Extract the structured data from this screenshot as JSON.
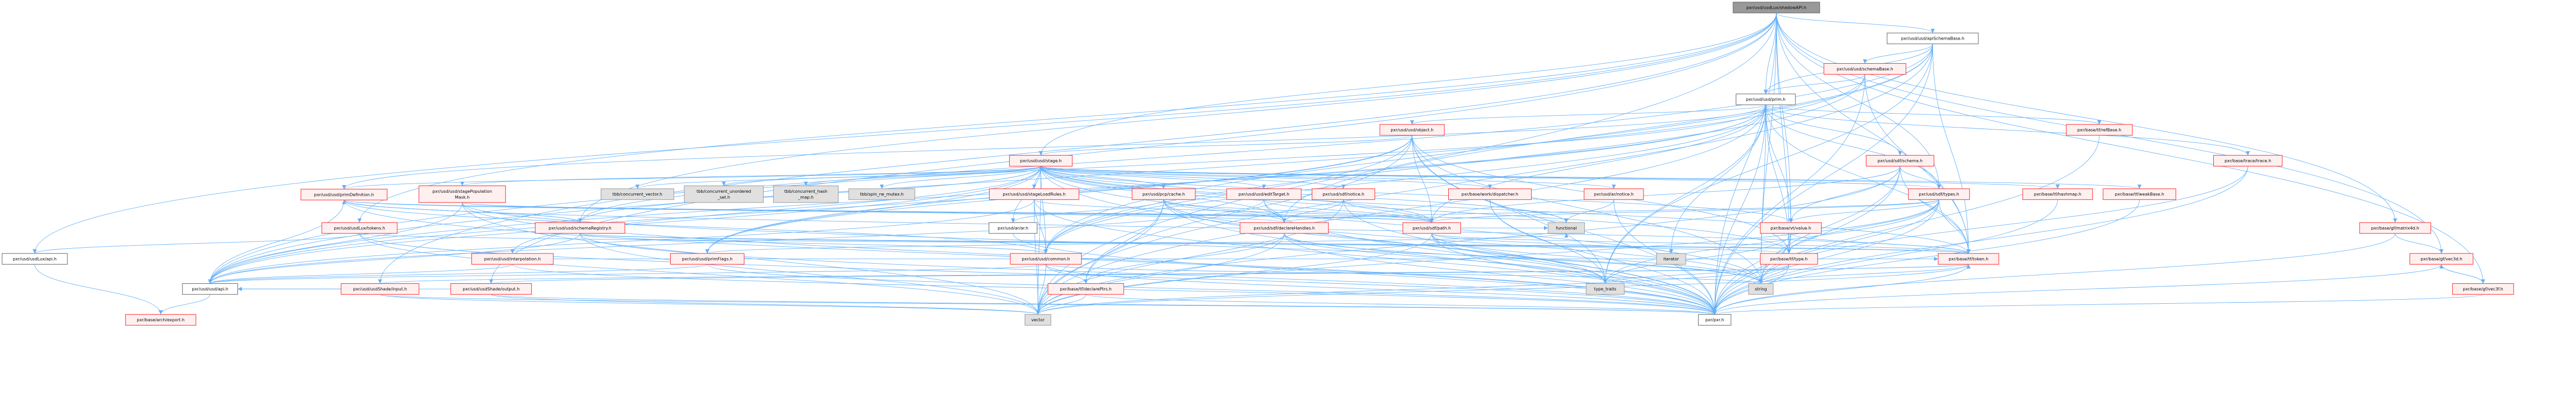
{
  "title": "pxr/usd/usdLux/shadowAPI.h",
  "colors": {
    "edge": "#63b0f8",
    "red_fill": "#fff0f0",
    "red_border": "#ff2a2a",
    "grey_fill": "#e0e0e0",
    "root_fill": "#999999"
  },
  "nodes": [
    {
      "id": "shadow",
      "label": [
        "pxr/usd/usdLux/shadowAPI.h"
      ],
      "style": "root"
    },
    {
      "id": "apisb",
      "label": [
        "pxr/usd/usd/apiSchemaBase.h"
      ],
      "style": "white"
    },
    {
      "id": "schemabase",
      "label": [
        "pxr/usd/usd/schemaBase.h"
      ],
      "style": "red"
    },
    {
      "id": "prim",
      "label": [
        "pxr/usd/usd/prim.h"
      ],
      "style": "white"
    },
    {
      "id": "object",
      "label": [
        "pxr/usd/usd/object.h"
      ],
      "style": "red"
    },
    {
      "id": "refbase",
      "label": [
        "pxr/base/tf/refBase.h"
      ],
      "style": "red"
    },
    {
      "id": "stage",
      "label": [
        "pxr/usd/usd/stage.h"
      ],
      "style": "red"
    },
    {
      "id": "sdfschema",
      "label": [
        "pxr/usd/sdf/schema.h"
      ],
      "style": "red"
    },
    {
      "id": "trace",
      "label": [
        "pxr/base/trace/trace.h"
      ],
      "style": "red"
    },
    {
      "id": "primdef",
      "label": [
        "pxr/usd/usd/primDefinition.h"
      ],
      "style": "red"
    },
    {
      "id": "popmask",
      "label": [
        "pxr/usd/usd/stagePopulation",
        "Mask.h"
      ],
      "style": "red"
    },
    {
      "id": "cvec",
      "label": [
        "tbb/concurrent_vector.h"
      ],
      "style": "grey"
    },
    {
      "id": "cuset",
      "label": [
        "tbb/concurrent_unordered",
        "_set.h"
      ],
      "style": "grey"
    },
    {
      "id": "chash",
      "label": [
        "tbb/concurrent_hash",
        "_map.h"
      ],
      "style": "grey"
    },
    {
      "id": "spin",
      "label": [
        "tbb/spin_rw_mutex.h"
      ],
      "style": "grey"
    },
    {
      "id": "loadrules",
      "label": [
        "pxr/usd/usd/stageLoadRules.h"
      ],
      "style": "red"
    },
    {
      "id": "pcpcache",
      "label": [
        "pxr/usd/pcp/cache.h"
      ],
      "style": "red"
    },
    {
      "id": "edittarget",
      "label": [
        "pxr/usd/usd/editTarget.h"
      ],
      "style": "red"
    },
    {
      "id": "sdfnotice",
      "label": [
        "pxr/usd/sdf/notice.h"
      ],
      "style": "red"
    },
    {
      "id": "dispatcher",
      "label": [
        "pxr/base/work/dispatcher.h"
      ],
      "style": "red"
    },
    {
      "id": "arnotice",
      "label": [
        "pxr/usd/ar/notice.h"
      ],
      "style": "red"
    },
    {
      "id": "sdftypes",
      "label": [
        "pxr/usd/sdf/types.h"
      ],
      "style": "red"
    },
    {
      "id": "hashmap",
      "label": [
        "pxr/base/tf/hashmap.h"
      ],
      "style": "red"
    },
    {
      "id": "weakbase",
      "label": [
        "pxr/base/tf/weakBase.h"
      ],
      "style": "red"
    },
    {
      "id": "luxtokens",
      "label": [
        "pxr/usd/usdLux/tokens.h"
      ],
      "style": "red"
    },
    {
      "id": "schemareg",
      "label": [
        "pxr/usd/usd/schemaRegistry.h"
      ],
      "style": "red"
    },
    {
      "id": "arar",
      "label": [
        "pxr/usd/ar/ar.h"
      ],
      "style": "white"
    },
    {
      "id": "declhandles",
      "label": [
        "pxr/usd/sdf/declareHandles.h"
      ],
      "style": "red"
    },
    {
      "id": "sdfpath",
      "label": [
        "pxr/usd/sdf/path.h"
      ],
      "style": "red"
    },
    {
      "id": "functional",
      "label": [
        "functional"
      ],
      "style": "grey"
    },
    {
      "id": "vtvalue",
      "label": [
        "pxr/base/vt/value.h"
      ],
      "style": "red"
    },
    {
      "id": "matrix4d",
      "label": [
        "pxr/base/gf/matrix4d.h"
      ],
      "style": "red"
    },
    {
      "id": "luxapi",
      "label": [
        "pxr/usd/usdLux/api.h"
      ],
      "style": "white"
    },
    {
      "id": "interp",
      "label": [
        "pxr/usd/usd/interpolation.h"
      ],
      "style": "red"
    },
    {
      "id": "primflags",
      "label": [
        "pxr/usd/usd/primFlags.h"
      ],
      "style": "red"
    },
    {
      "id": "common",
      "label": [
        "pxr/usd/usd/common.h"
      ],
      "style": "red"
    },
    {
      "id": "iterator",
      "label": [
        "iterator"
      ],
      "style": "grey"
    },
    {
      "id": "tftype",
      "label": [
        "pxr/base/tf/type.h"
      ],
      "style": "red"
    },
    {
      "id": "tftoken",
      "label": [
        "pxr/base/tf/token.h"
      ],
      "style": "red"
    },
    {
      "id": "vec3d",
      "label": [
        "pxr/base/gf/vec3d.h"
      ],
      "style": "red"
    },
    {
      "id": "usdapi",
      "label": [
        "pxr/usd/usd/api.h"
      ],
      "style": "white"
    },
    {
      "id": "output",
      "label": [
        "pxr/usd/usdShade/output.h"
      ],
      "style": "red"
    },
    {
      "id": "input",
      "label": [
        "pxr/usd/usdShade/input.h"
      ],
      "style": "red"
    },
    {
      "id": "declptrs",
      "label": [
        "pxr/base/tf/declarePtrs.h"
      ],
      "style": "red"
    },
    {
      "id": "typetraits",
      "label": [
        "type_traits"
      ],
      "style": "grey"
    },
    {
      "id": "string",
      "label": [
        "string"
      ],
      "style": "grey"
    },
    {
      "id": "vec3f",
      "label": [
        "pxr/base/gf/vec3f.h"
      ],
      "style": "red"
    },
    {
      "id": "export",
      "label": [
        "pxr/base/arch/export.h"
      ],
      "style": "red"
    },
    {
      "id": "vector",
      "label": [
        "vector"
      ],
      "style": "grey"
    },
    {
      "id": "pxr",
      "label": [
        "pxr/pxr.h"
      ],
      "style": "white"
    }
  ],
  "edges": [
    [
      "shadow",
      "apisb"
    ],
    [
      "shadow",
      "prim"
    ],
    [
      "shadow",
      "stage"
    ],
    [
      "shadow",
      "luxapi"
    ],
    [
      "shadow",
      "luxtokens"
    ],
    [
      "shadow",
      "schemareg"
    ],
    [
      "shadow",
      "input"
    ],
    [
      "shadow",
      "output"
    ],
    [
      "shadow",
      "sdftypes"
    ],
    [
      "shadow",
      "tftoken"
    ],
    [
      "shadow",
      "vtvalue"
    ],
    [
      "shadow",
      "matrix4d"
    ],
    [
      "shadow",
      "vec3d"
    ],
    [
      "shadow",
      "vec3f"
    ],
    [
      "shadow",
      "tftype"
    ],
    [
      "shadow",
      "vector"
    ],
    [
      "shadow",
      "pxr"
    ],
    [
      "shadow",
      "string"
    ],
    [
      "apisb",
      "schemabase"
    ],
    [
      "apisb",
      "prim"
    ],
    [
      "apisb",
      "usdapi"
    ],
    [
      "apisb",
      "common"
    ],
    [
      "apisb",
      "tftoken"
    ],
    [
      "apisb",
      "vector"
    ],
    [
      "apisb",
      "pxr"
    ],
    [
      "apisb",
      "typetraits"
    ],
    [
      "apisb",
      "declhandles"
    ],
    [
      "schemabase",
      "prim"
    ],
    [
      "schemabase",
      "usdapi"
    ],
    [
      "schemabase",
      "common"
    ],
    [
      "schemabase",
      "tftoken"
    ],
    [
      "schemabase",
      "pxr"
    ],
    [
      "prim",
      "object"
    ],
    [
      "prim",
      "refbase"
    ],
    [
      "prim",
      "sdfschema"
    ],
    [
      "prim",
      "trace"
    ],
    [
      "prim",
      "primdef"
    ],
    [
      "prim",
      "primflags"
    ],
    [
      "prim",
      "common"
    ],
    [
      "prim",
      "sdfpath"
    ],
    [
      "prim",
      "tftoken"
    ],
    [
      "prim",
      "vector"
    ],
    [
      "prim",
      "iterator"
    ],
    [
      "prim",
      "string"
    ],
    [
      "prim",
      "typetraits"
    ],
    [
      "prim",
      "pxr"
    ],
    [
      "prim",
      "usdapi"
    ],
    [
      "prim",
      "vtvalue"
    ],
    [
      "prim",
      "sdftypes"
    ],
    [
      "prim",
      "schemareg"
    ],
    [
      "prim",
      "tftype"
    ],
    [
      "object",
      "stage"
    ],
    [
      "object",
      "common"
    ],
    [
      "object",
      "primflags"
    ],
    [
      "object",
      "sdfpath"
    ],
    [
      "object",
      "tftype"
    ],
    [
      "object",
      "pxr"
    ],
    [
      "object",
      "usdapi"
    ],
    [
      "object",
      "typetraits"
    ],
    [
      "object",
      "string"
    ],
    [
      "object",
      "declptrs"
    ],
    [
      "stage",
      "primdef"
    ],
    [
      "stage",
      "popmask"
    ],
    [
      "stage",
      "cvec"
    ],
    [
      "stage",
      "cuset"
    ],
    [
      "stage",
      "chash"
    ],
    [
      "stage",
      "spin"
    ],
    [
      "stage",
      "loadrules"
    ],
    [
      "stage",
      "pcpcache"
    ],
    [
      "stage",
      "edittarget"
    ],
    [
      "stage",
      "sdfnotice"
    ],
    [
      "stage",
      "dispatcher"
    ],
    [
      "stage",
      "arnotice"
    ],
    [
      "stage",
      "sdftypes"
    ],
    [
      "stage",
      "hashmap"
    ],
    [
      "stage",
      "weakbase"
    ],
    [
      "stage",
      "schemareg"
    ],
    [
      "stage",
      "interp"
    ],
    [
      "stage",
      "primflags"
    ],
    [
      "stage",
      "common"
    ],
    [
      "stage",
      "arar"
    ],
    [
      "stage",
      "declhandles"
    ],
    [
      "stage",
      "sdfpath"
    ],
    [
      "stage",
      "functional"
    ],
    [
      "stage",
      "vtvalue"
    ],
    [
      "stage",
      "usdapi"
    ],
    [
      "stage",
      "pxr"
    ],
    [
      "stage",
      "string"
    ],
    [
      "stage",
      "vector"
    ],
    [
      "stage",
      "tftoken"
    ],
    [
      "stage",
      "tftype"
    ],
    [
      "primdef",
      "usdapi"
    ],
    [
      "primdef",
      "schemareg"
    ],
    [
      "primdef",
      "common"
    ],
    [
      "primdef",
      "sdfpath"
    ],
    [
      "primdef",
      "tftoken"
    ],
    [
      "primdef",
      "pxr"
    ],
    [
      "primdef",
      "declhandles"
    ],
    [
      "popmask",
      "usdapi"
    ],
    [
      "popmask",
      "sdfpath"
    ],
    [
      "popmask",
      "pxr"
    ],
    [
      "popmask",
      "vector"
    ],
    [
      "popmask",
      "string"
    ],
    [
      "popmask",
      "functional"
    ],
    [
      "loadrules",
      "usdapi"
    ],
    [
      "loadrules",
      "common"
    ],
    [
      "loadrules",
      "sdfpath"
    ],
    [
      "loadrules",
      "pxr"
    ],
    [
      "loadrules",
      "vector"
    ],
    [
      "pcpcache",
      "arar"
    ],
    [
      "pcpcache",
      "declptrs"
    ],
    [
      "pcpcache",
      "sdfpath"
    ],
    [
      "pcpcache",
      "declhandles"
    ],
    [
      "pcpcache",
      "pxr"
    ],
    [
      "pcpcache",
      "vector"
    ],
    [
      "pcpcache",
      "string"
    ],
    [
      "pcpcache",
      "typetraits"
    ],
    [
      "edittarget",
      "usdapi"
    ],
    [
      "edittarget",
      "sdfpath"
    ],
    [
      "edittarget",
      "declhandles"
    ],
    [
      "edittarget",
      "pxr"
    ],
    [
      "sdfnotice",
      "declhandles"
    ],
    [
      "sdfnotice",
      "sdfpath"
    ],
    [
      "sdfnotice",
      "pxr"
    ],
    [
      "sdfnotice",
      "vector"
    ],
    [
      "dispatcher",
      "functional"
    ],
    [
      "dispatcher",
      "typetraits"
    ],
    [
      "dispatcher",
      "pxr"
    ],
    [
      "arnotice",
      "functional"
    ],
    [
      "arnotice",
      "pxr"
    ],
    [
      "sdftypes",
      "vtvalue"
    ],
    [
      "sdftypes",
      "tftype"
    ],
    [
      "sdftypes",
      "tftoken"
    ],
    [
      "sdftypes",
      "pxr"
    ],
    [
      "sdftypes",
      "string"
    ],
    [
      "sdftypes",
      "vector"
    ],
    [
      "sdftypes",
      "sdfpath"
    ],
    [
      "sdftypes",
      "declhandles"
    ],
    [
      "sdftypes",
      "typetraits"
    ],
    [
      "hashmap",
      "pxr"
    ],
    [
      "weakbase",
      "pxr"
    ],
    [
      "refbase",
      "pxr"
    ],
    [
      "trace",
      "pxr"
    ],
    [
      "trace",
      "string"
    ],
    [
      "sdfschema",
      "sdftypes"
    ],
    [
      "sdfschema",
      "sdfpath"
    ],
    [
      "sdfschema",
      "tftoken"
    ],
    [
      "sdfschema",
      "vtvalue"
    ],
    [
      "sdfschema",
      "pxr"
    ],
    [
      "sdfschema",
      "string"
    ],
    [
      "sdfschema",
      "vector"
    ],
    [
      "luxtokens",
      "luxapi"
    ],
    [
      "luxtokens",
      "tftoken"
    ],
    [
      "luxtokens",
      "pxr"
    ],
    [
      "luxtokens",
      "vector"
    ],
    [
      "luxapi",
      "export"
    ],
    [
      "schemareg",
      "usdapi"
    ],
    [
      "schemareg",
      "common"
    ],
    [
      "schemareg",
      "tftoken"
    ],
    [
      "schemareg",
      "tftype"
    ],
    [
      "schemareg",
      "pxr"
    ],
    [
      "schemareg",
      "vector"
    ],
    [
      "schemareg",
      "primdef"
    ],
    [
      "arar",
      "pxr"
    ],
    [
      "declhandles",
      "declptrs"
    ],
    [
      "declhandles",
      "pxr"
    ],
    [
      "declhandles",
      "typetraits"
    ],
    [
      "declhandles",
      "string"
    ],
    [
      "declhandles",
      "vector"
    ],
    [
      "sdfpath",
      "tftoken"
    ],
    [
      "sdfpath",
      "pxr"
    ],
    [
      "sdfpath",
      "iterator"
    ],
    [
      "sdfpath",
      "string"
    ],
    [
      "sdfpath",
      "vector"
    ],
    [
      "sdfpath",
      "typetraits"
    ],
    [
      "sdfpath",
      "functional"
    ],
    [
      "vtvalue",
      "tftype"
    ],
    [
      "vtvalue",
      "tftoken"
    ],
    [
      "vtvalue",
      "pxr"
    ],
    [
      "vtvalue",
      "string"
    ],
    [
      "vtvalue",
      "typetraits"
    ],
    [
      "matrix4d",
      "vec3d"
    ],
    [
      "matrix4d",
      "pxr"
    ],
    [
      "interp",
      "usdapi"
    ],
    [
      "interp",
      "tftoken"
    ],
    [
      "interp",
      "pxr"
    ],
    [
      "primflags",
      "usdapi"
    ],
    [
      "primflags",
      "pxr"
    ],
    [
      "primflags",
      "functional"
    ],
    [
      "common",
      "declptrs"
    ],
    [
      "common",
      "usdapi"
    ],
    [
      "common",
      "pxr"
    ],
    [
      "common",
      "string"
    ],
    [
      "common",
      "vector"
    ],
    [
      "tftype",
      "string"
    ],
    [
      "tftype",
      "pxr"
    ],
    [
      "tftype",
      "vector"
    ],
    [
      "tftype",
      "typetraits"
    ],
    [
      "tftoken",
      "string"
    ],
    [
      "tftoken",
      "pxr"
    ],
    [
      "tftoken",
      "vector"
    ],
    [
      "vec3d",
      "vec3f"
    ],
    [
      "vec3d",
      "pxr"
    ],
    [
      "vec3f",
      "vec3d"
    ],
    [
      "vec3f",
      "pxr"
    ],
    [
      "usdapi",
      "export"
    ],
    [
      "output",
      "usdapi"
    ],
    [
      "output",
      "tftoken"
    ],
    [
      "output",
      "pxr"
    ],
    [
      "output",
      "vector"
    ],
    [
      "input",
      "usdapi"
    ],
    [
      "input",
      "tftoken"
    ],
    [
      "input",
      "pxr"
    ],
    [
      "input",
      "vector"
    ],
    [
      "declptrs",
      "vector"
    ],
    [
      "declptrs",
      "pxr"
    ]
  ]
}
